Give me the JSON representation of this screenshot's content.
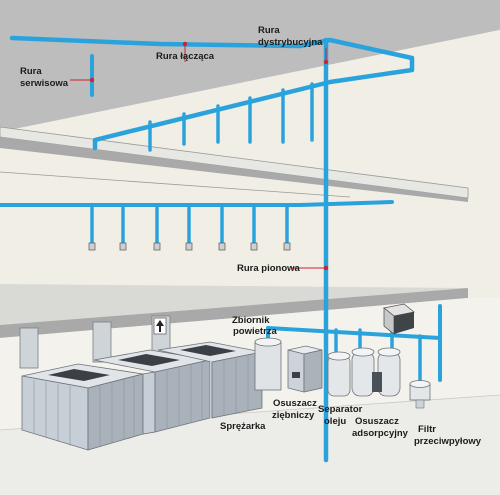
{
  "labels": {
    "service_pipe": [
      "Rura",
      "serwisowa"
    ],
    "connecting_pipe": [
      "Rura łącząca"
    ],
    "distribution_pipe": [
      "Rura",
      "dystrybucyjna"
    ],
    "riser_pipe": [
      "Rura pionowa"
    ],
    "air_tank": [
      "Zbiornik",
      "powietrza"
    ],
    "compressor": [
      "Sprężarka"
    ],
    "refrigeration_dryer": [
      "Osuszacz",
      "ziębniczy"
    ],
    "oil_separator": [
      "Separator",
      "oleju"
    ],
    "adsorption_dryer": [
      "Osuszacz",
      "adsorpcyjny"
    ],
    "particulate_filter": [
      "Filtr",
      "przeciwpyłowy"
    ]
  },
  "colors": {
    "pipe": "#2aa3dc",
    "leader": "#d2202e",
    "wall": "#f1eee6",
    "slab": "#d9d9d6",
    "compressor": "#c7cfd6"
  },
  "icons": {
    "airflow_arrow": "up-arrow-icon"
  }
}
